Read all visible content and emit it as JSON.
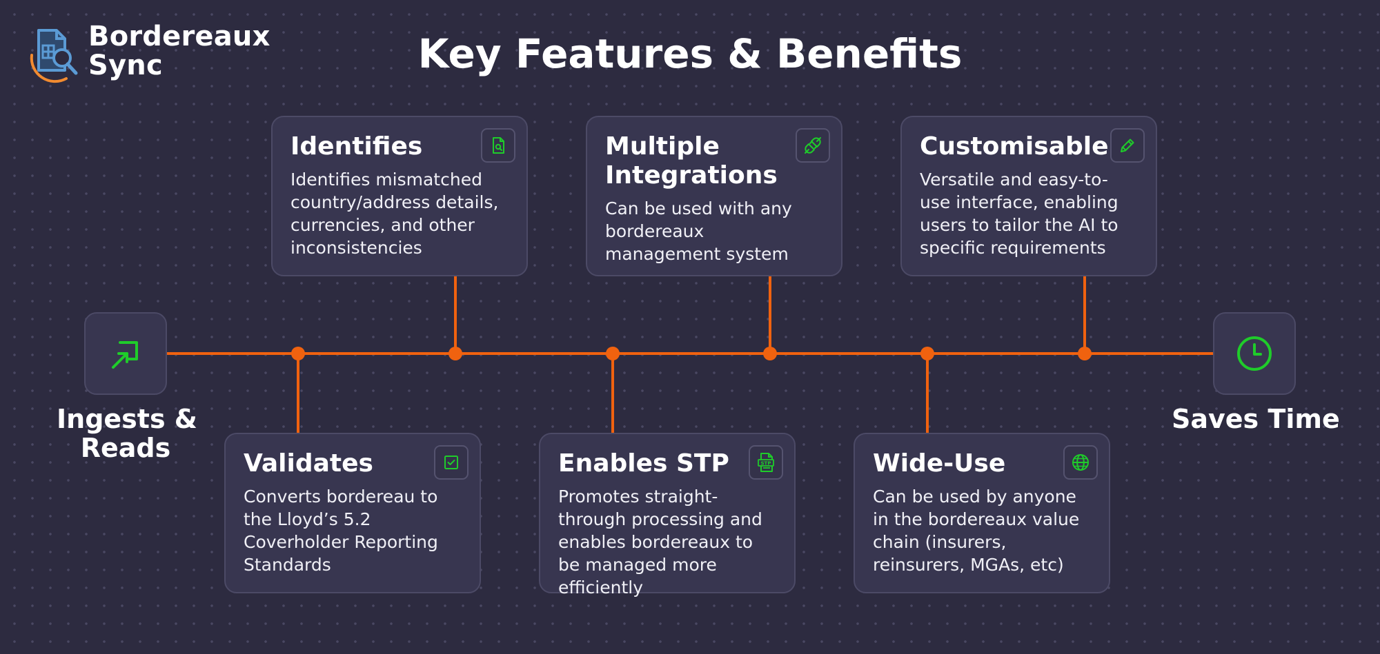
{
  "brand": {
    "line1": "Bordereaux",
    "line2": "Sync"
  },
  "title": "Key Features & Benefits",
  "colors": {
    "background": "#2d2b40",
    "card": "#383650",
    "accent": "#f0620f",
    "icon": "#1fcc2a",
    "logo_blue": "#5b9bd5",
    "logo_orange": "#f28b30"
  },
  "start": {
    "label_line1": "Ingests &",
    "label_line2": "Reads",
    "icon": "arrow-into-box-icon"
  },
  "end": {
    "label": "Saves Time",
    "icon": "clock-icon"
  },
  "top_cards": [
    {
      "title": "Identifies",
      "text": "Identifies mismatched country/address details, currencies, and other inconsistencies",
      "icon": "document-search-icon"
    },
    {
      "title": "Multiple Integrations",
      "text": "Can be used with any bordereaux management system",
      "icon": "plug-icon"
    },
    {
      "title": "Customisable",
      "text": "Versatile and easy-to-use interface, enabling users to tailor the AI to specific requirements",
      "icon": "pencil-icon"
    }
  ],
  "bottom_cards": [
    {
      "title": "Validates",
      "text": "Converts bordereau to the Lloyd’s 5.2 Coverholder Reporting Standards",
      "icon": "checkbox-icon"
    },
    {
      "title": "Enables STP",
      "text": "Promotes straight-through processing and enables bordereaux to be managed more efficiently",
      "icon": "stp-file-icon",
      "icon_text": "STP"
    },
    {
      "title": "Wide-Use",
      "text": "Can be used by anyone in the bordereaux value chain (insurers, reinsurers, MGAs, etc)",
      "icon": "globe-icon"
    }
  ]
}
